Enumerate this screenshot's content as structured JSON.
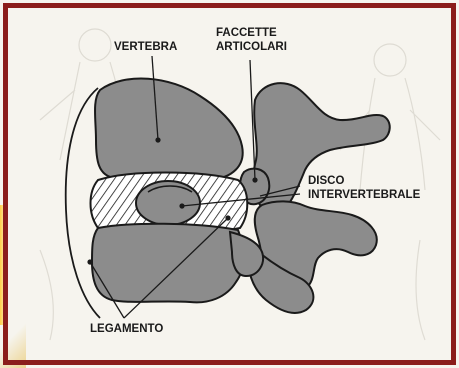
{
  "labels": {
    "vertebra": "VERTEBRA",
    "faccette_line1": "FACCETTE",
    "faccette_line2": "ARTICOLARI",
    "disco_line1": "DISCO",
    "disco_line2": "INTERVERTEBRALE",
    "legamento": "LEGAMENTO"
  },
  "colors": {
    "frame": "#8b1d1b",
    "bone": "#8c8c8c",
    "outline": "#1a1a1a",
    "background": "#f6f4ee"
  }
}
